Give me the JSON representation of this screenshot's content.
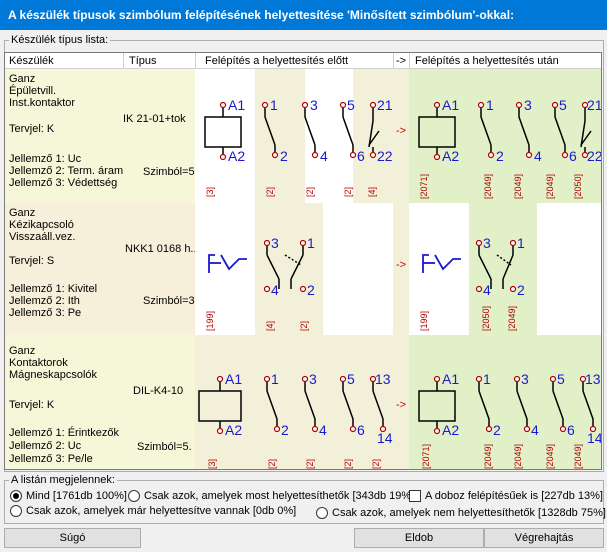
{
  "window": {
    "title": "A készülék típusok szimbólum felépítésének helyettesítése 'Minősített szimbólum'-okkal:"
  },
  "list_group": {
    "label": "Készülék típus lista:"
  },
  "columns": {
    "device": "Készülék",
    "type": "Típus",
    "before": "Felépítés a helyettesítés előtt",
    "arrow": "->",
    "after": "Felépítés a helyettesítés után"
  },
  "rows": [
    {
      "manufacturer": "Ganz",
      "group1": "Épületvill.",
      "group2": "Inst.kontaktor",
      "designator": "Tervjel: K",
      "type": "IK 21-01+tok",
      "attr1": "Jellemző 1: Uc",
      "attr2": "Jellemző 2: Term. áram",
      "attr3": "Jellemző 3: Védettség",
      "symbols": "Szimból=5.",
      "coil_top": "A1",
      "coil_bottom": "A2",
      "contacts": [
        {
          "top": "1",
          "bottom": "2"
        },
        {
          "top": "3",
          "bottom": "4"
        },
        {
          "top": "5",
          "bottom": "6"
        },
        {
          "top": "21",
          "bottom": "22"
        }
      ],
      "before_codes": [
        "[3]",
        "[2]",
        "[2]",
        "[2]",
        "[4]"
      ],
      "after_codes": [
        "[2071]",
        "[2049]",
        "[2049]",
        "[2049]",
        "[2050]"
      ]
    },
    {
      "manufacturer": "Ganz",
      "group1": "Kézikapcsoló",
      "group2": "Visszaáll.vez.",
      "designator": "Tervjel: S",
      "type": "NKK1 0168 h...",
      "attr1": "Jellemző 1: Kivitel",
      "attr2": "Jellemző 2: Ith",
      "attr3": "Jellemző 3: Pe",
      "symbols": "Szimból=3.",
      "contact_top_a": "3",
      "contact_bottom_a": "4",
      "contact_top_b": "1",
      "contact_bottom_b": "2",
      "before_codes": [
        "[199]",
        "[4]",
        "[2]"
      ],
      "after_codes": [
        "[199]",
        "[2050]",
        "[2049]"
      ]
    },
    {
      "manufacturer": "Ganz",
      "group1": "Kontaktorok",
      "group2": "Mágneskapcsolók",
      "designator": "Tervjel: K",
      "type": "DIL-K4-10",
      "attr1": "Jellemző 1: Érintkezők",
      "attr2": "Jellemző 2: Uc",
      "attr3": "Jellemző 3: Pe/le",
      "symbols": "Szimból=5.",
      "coil_top": "A1",
      "coil_bottom": "A2",
      "contacts": [
        {
          "top": "1",
          "bottom": "2"
        },
        {
          "top": "3",
          "bottom": "4"
        },
        {
          "top": "5",
          "bottom": "6"
        },
        {
          "top": "13",
          "bottom": "14"
        }
      ],
      "before_codes": [
        "[3]",
        "[2]",
        "[2]",
        "[2]",
        "[2]"
      ],
      "after_codes": [
        "[2071]",
        "[2049]",
        "[2049]",
        "[2049]",
        "[2049]"
      ]
    }
  ],
  "filter": {
    "label": "A listán megjelennek:",
    "opt_all": "Mind [1761db 100%]",
    "opt_now": "Csak azok, amelyek most helyettesíthetők [343db 19%]",
    "opt_box": "A doboz felépítésűek is [227db 13%]",
    "opt_done": "Csak azok, amelyek már helyettesítve vannak [0db 0%]",
    "opt_not": "Csak azok, amelyek nem helyettesíthetők [1328db 75%]"
  },
  "buttons": {
    "help": "Súgó",
    "discard": "Eldob",
    "execute": "Végrehajtás"
  },
  "colors": {
    "title_bar": "#0078d7",
    "symbol_blue": "#1a1acc",
    "symbol_red": "#b00000",
    "before_bg": "#f3f0d9",
    "after_bg": "#e2f0c8"
  }
}
